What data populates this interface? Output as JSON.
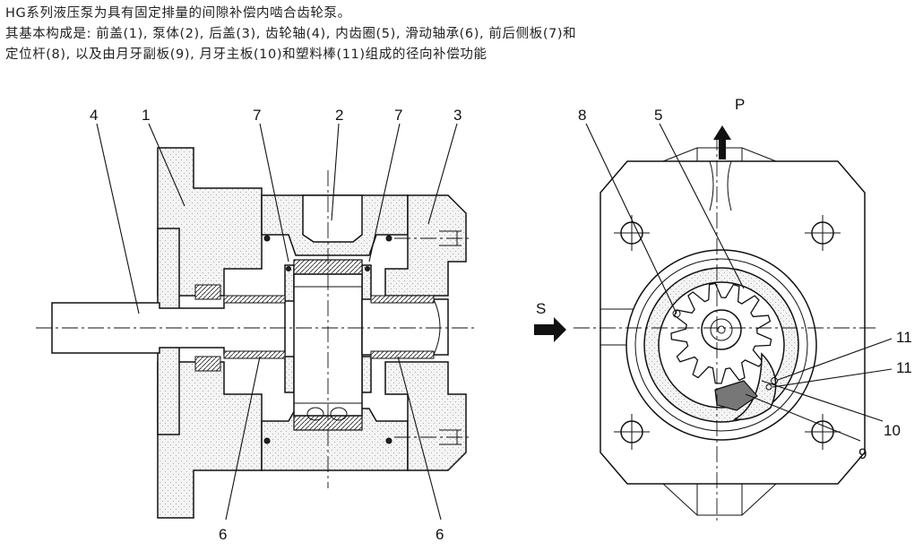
{
  "intro": {
    "line1": "HG系列液压泵为具有固定排量的间隙补偿内啮合齿轮泵。",
    "line2": "其基本构成是: 前盖(1), 泵体(2), 后盖(3), 齿轮轴(4), 内齿圈(5), 滑动轴承(6), 前后侧板(7)和",
    "line3": "定位杆(8), 以及由月牙副板(9), 月牙主板(10)和塑料棒(11)组成的径向补偿功能"
  },
  "left_view": {
    "labels": {
      "part4": "4",
      "part1": "1",
      "part7a": "7",
      "part2": "2",
      "part7b": "7",
      "part3": "3",
      "part6a": "6",
      "part6b": "6"
    }
  },
  "right_view": {
    "labels": {
      "part8": "8",
      "part5": "5",
      "port_p": "P",
      "port_s": "S",
      "part11a": "11",
      "part11b": "11",
      "part10": "10",
      "part9": "9"
    }
  }
}
